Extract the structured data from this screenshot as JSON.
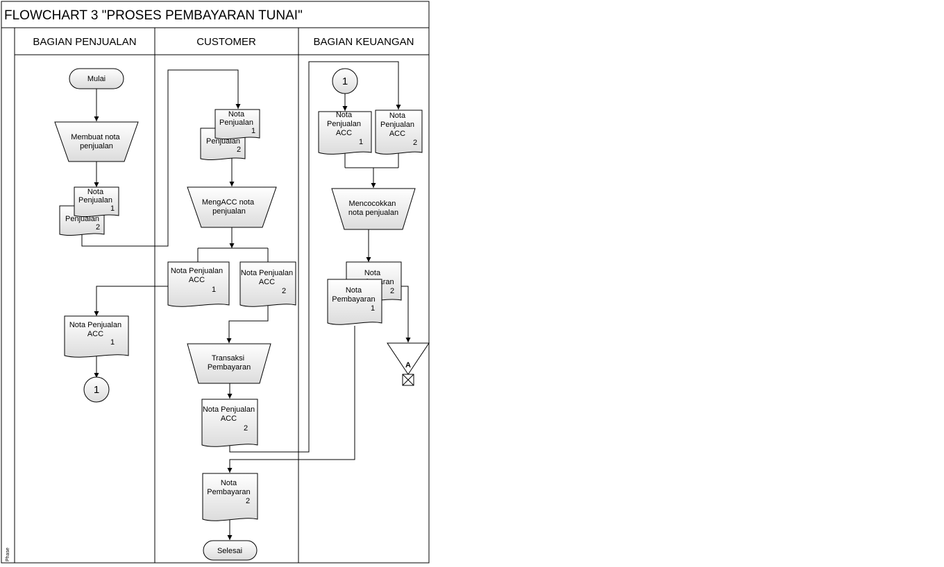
{
  "title": "FLOWCHART 3 \"PROSES PEMBAYARAN TUNAI\"",
  "phase_label": "Phase",
  "lanes": {
    "penjualan": "BAGIAN PENJUALAN",
    "customer": "CUSTOMER",
    "keuangan": "BAGIAN KEUANGAN"
  },
  "nodes": {
    "mulai": "Mulai",
    "membuat_nota": [
      "Membuat nota",
      "penjualan"
    ],
    "p_nota1": [
      "Nota",
      "Penjualan",
      "1"
    ],
    "p_nota2": [
      "Penjualan",
      "2"
    ],
    "p_acc1": [
      "Nota Penjualan",
      "ACC",
      "1"
    ],
    "p_conn": "1",
    "c_nota1": [
      "Nota",
      "Penjualan",
      "1"
    ],
    "c_nota2": [
      "Penjualan",
      "2"
    ],
    "mengacc": [
      "MengACC nota",
      "penjualan"
    ],
    "c_acc1": [
      "Nota Penjualan",
      "ACC",
      "1"
    ],
    "c_acc2": [
      "Nota Penjualan",
      "ACC",
      "2"
    ],
    "transaksi": [
      "Transaksi",
      "Pembayaran"
    ],
    "c_acc2b": [
      "Nota Penjualan",
      "ACC",
      "2"
    ],
    "c_bayar2": [
      "Nota",
      "Pembayaran",
      "2"
    ],
    "selesai": "Selesai",
    "k_conn": "1",
    "k_acc1": [
      "Nota",
      "Penjualan",
      "ACC",
      "1"
    ],
    "k_acc2": [
      "Nota",
      "Penjualan",
      "ACC",
      "2"
    ],
    "mencocokkan": [
      "Mencocokkan",
      "nota penjualan"
    ],
    "k_bayar2": [
      "Nota",
      "Pembayaran",
      "2"
    ],
    "k_bayar1": [
      "Nota",
      "Pembayaran",
      "1"
    ],
    "archive": "A"
  }
}
